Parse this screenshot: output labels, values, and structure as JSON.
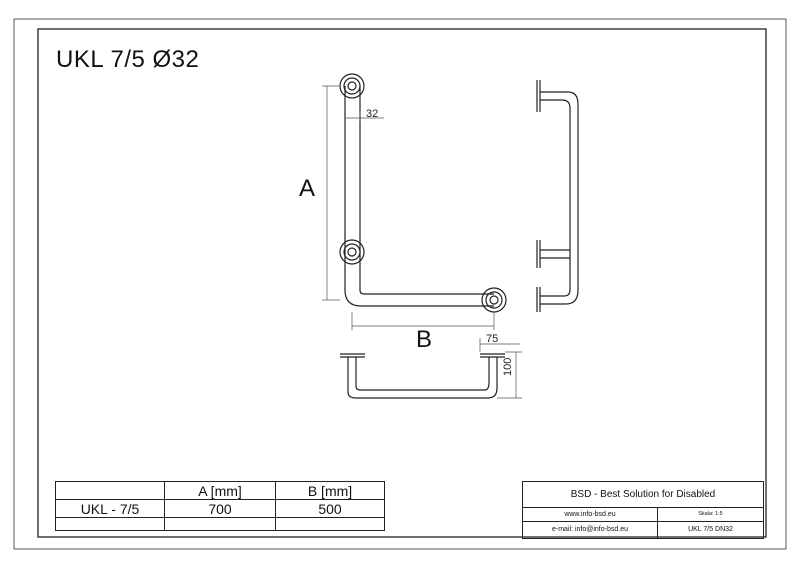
{
  "title": "UKL 7/5 Ø32",
  "dimensions": {
    "a_label": "A",
    "b_label": "B",
    "tube_diameter": "32",
    "offset_75": "75",
    "offset_100": "100"
  },
  "table": {
    "headers": [
      "",
      "A [mm]",
      "B [mm]"
    ],
    "rows": [
      [
        "UKL - 7/5",
        "700",
        "500"
      ],
      [
        "",
        "",
        ""
      ]
    ]
  },
  "title_block": {
    "company": "BSD - Best Solution for Disabled",
    "website": "www.info-bsd.eu",
    "scale": "Skala: 1:5",
    "email": "e-mail: info@info-bsd.eu",
    "model": "UKL 7/5 DN32"
  }
}
